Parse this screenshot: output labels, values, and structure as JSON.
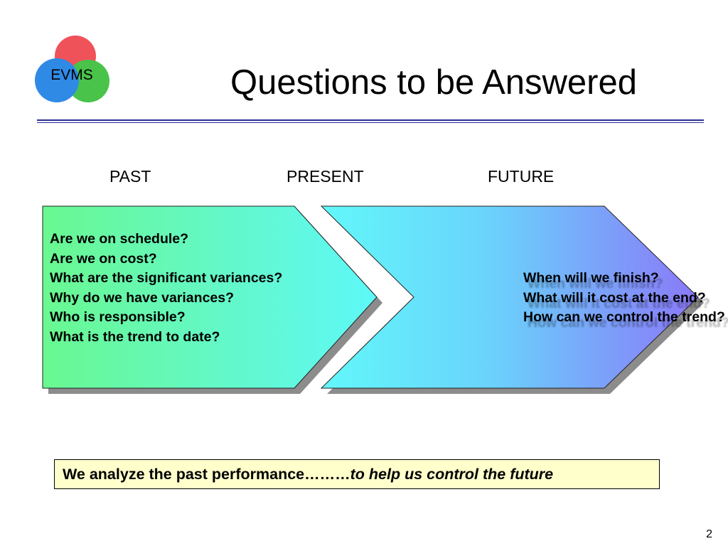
{
  "slide": {
    "logo_text": "EVMS",
    "title": "Questions to be Answered",
    "periods": {
      "past": "PAST",
      "present": "PRESENT",
      "future": "FUTURE"
    },
    "past_questions": [
      "Are we on schedule?",
      "Are we on cost?",
      "What are the significant variances?",
      "Why do we have variances?",
      "Who is responsible?",
      "What is the trend to date?"
    ],
    "future_questions": [
      "When will we finish?",
      "What will it cost at the end?",
      "How can we control the trend?"
    ],
    "summary": {
      "lead": "We analyze the past performance………",
      "emphasis": "to help us control the future"
    },
    "page_number": "2"
  },
  "colors": {
    "title_rule": "#2b2f93",
    "logo_red": "#f0525a",
    "logo_green": "#49c34a",
    "logo_blue": "#2f8ae6",
    "past_gradient": [
      "#69f890",
      "#5ef8f8"
    ],
    "future_gradient": [
      "#62f8fb",
      "#6ad2fb",
      "#8a78f8"
    ],
    "summary_fill": "#ffffcc"
  }
}
